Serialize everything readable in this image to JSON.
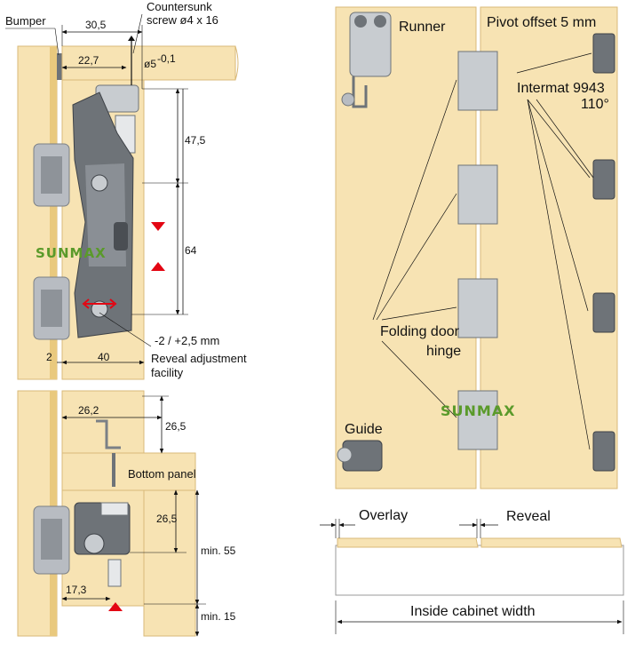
{
  "colors": {
    "wood": "#F7E3B3",
    "wood_edge": "#D9B978",
    "wood_shade": "#E9C97E",
    "hardware_dark": "#6E7378",
    "hardware_light": "#C8CCD0",
    "hinge_zinc": "#B8BCC2",
    "watermark": "#5A9A2A",
    "arrow_red": "#E30613"
  },
  "top_view": {
    "bumper": "Bumper",
    "screw_line1": "Countersunk",
    "screw_line2": "screw ø4 x 16",
    "dim_30_5": "30,5",
    "dim_22_7": "22,7",
    "dim_hole": "ø5",
    "dim_hole_tol": "-0,1",
    "dim_47_5": "47,5",
    "dim_64": "64",
    "dim_2": "2",
    "dim_40": "40",
    "adj_range": "-2 / +2,5 mm",
    "reveal_line1": "Reveal adjustment",
    "reveal_line2": "facility"
  },
  "bottom_view": {
    "dim_26_2": "26,2",
    "dim_26_5_top": "26,5",
    "panel_label": "Bottom panel",
    "dim_26_5_mid": "26,5",
    "dim_min55": "min. 55",
    "dim_17_3": "17,3",
    "dim_min15": "min. 15"
  },
  "door_view": {
    "runner": "Runner",
    "pivot_offset": "Pivot offset 5 mm",
    "intermat_line1": "Intermat 9943",
    "intermat_line2": "110°",
    "folding_line1": "Folding door",
    "folding_line2": "hinge",
    "guide": "Guide"
  },
  "plan_view": {
    "overlay": "Overlay",
    "reveal": "Reveal",
    "inside_width": "Inside cabinet width"
  },
  "watermark": "SUNMAX"
}
